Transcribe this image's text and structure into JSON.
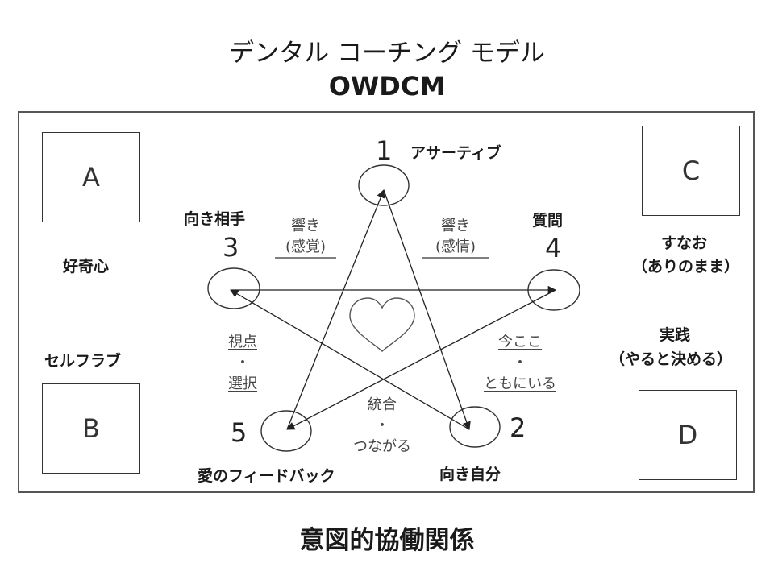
{
  "title_line1": "デンタル コーチング モデル",
  "title_line2": "OWDCM",
  "bottom_title": "意図的協働関係",
  "boxes": {
    "a": "A",
    "b": "B",
    "c": "C",
    "d": "D"
  },
  "side_labels": {
    "left_top": "好奇心",
    "left_bottom": "セルフラブ",
    "right_top_1": "すなお",
    "right_top_2": "（ありのまま）",
    "right_bottom_1": "実践",
    "right_bottom_2": "（やると決める）"
  },
  "nodes": {
    "n1": {
      "num": "1",
      "label": "アサーティブ"
    },
    "n2": {
      "num": "2",
      "label": "向き自分"
    },
    "n3": {
      "num": "3",
      "label": "向き相手"
    },
    "n4": {
      "num": "4",
      "label": "質問"
    },
    "n5": {
      "num": "5",
      "label": "愛のフィードバック"
    }
  },
  "edge_labels": {
    "top_left_1": "響き",
    "top_left_2": "(感覚)",
    "top_right_1": "響き",
    "top_right_2": "(感情)",
    "left_1": "視点",
    "left_dot": "・",
    "left_2": "選択",
    "right_1": "今ここ",
    "right_dot": "・",
    "right_2": "ともにいる",
    "bottom_1": "統合",
    "bottom_dot": "・",
    "bottom_2": "つながる"
  },
  "center_icon": "heart-icon"
}
